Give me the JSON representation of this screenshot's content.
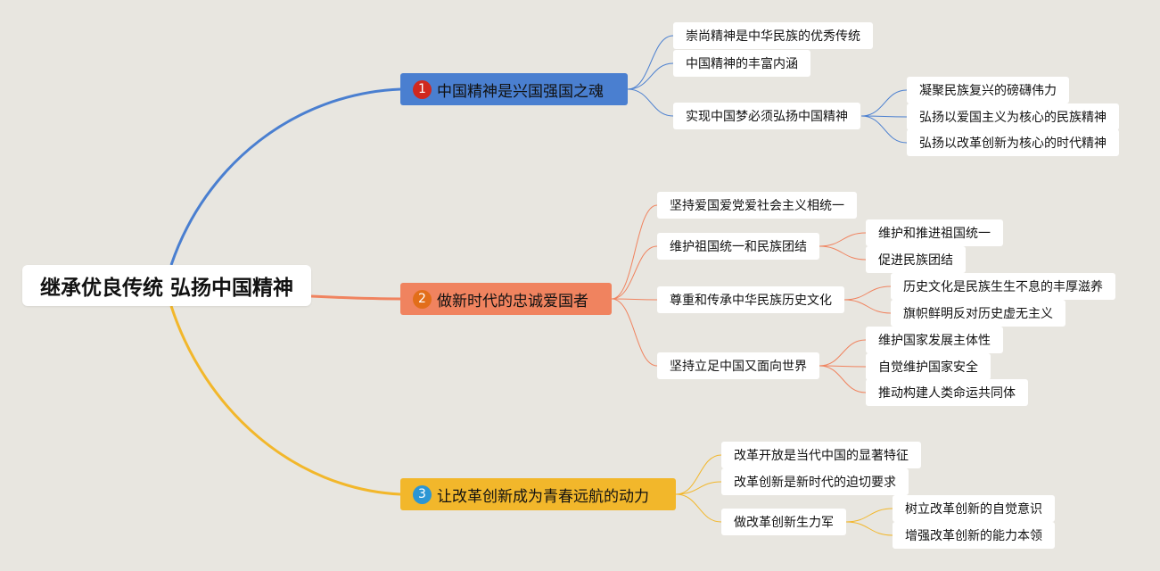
{
  "root": {
    "label": "继承优良传统 弘扬中国精神"
  },
  "colors": {
    "background": "#e8e6e0",
    "branch1": "#4a7fd0",
    "branch1_num": "#d0281f",
    "branch2": "#f0835f",
    "branch2_num": "#e26e1a",
    "branch3": "#f2b72b",
    "branch3_num": "#2c96d4"
  },
  "branches": [
    {
      "num": "1",
      "label": "中国精神是兴国强国之魂",
      "children": [
        {
          "label": "崇尚精神是中华民族的优秀传统",
          "children": []
        },
        {
          "label": "中国精神的丰富内涵",
          "children": []
        },
        {
          "label": "实现中国梦必须弘扬中国精神",
          "children": [
            {
              "label": "凝聚民族复兴的磅礴伟力"
            },
            {
              "label": "弘扬以爱国主义为核心的民族精神"
            },
            {
              "label": "弘扬以改革创新为核心的时代精神"
            }
          ]
        }
      ]
    },
    {
      "num": "2",
      "label": "做新时代的忠诚爱国者",
      "children": [
        {
          "label": "坚持爱国爱党爱社会主义相统一",
          "children": []
        },
        {
          "label": "维护祖国统一和民族团结",
          "children": [
            {
              "label": "维护和推进祖国统一"
            },
            {
              "label": "促进民族团结"
            }
          ]
        },
        {
          "label": "尊重和传承中华民族历史文化",
          "children": [
            {
              "label": "历史文化是民族生生不息的丰厚滋养"
            },
            {
              "label": "旗帜鲜明反对历史虚无主义"
            }
          ]
        },
        {
          "label": "坚持立足中国又面向世界",
          "children": [
            {
              "label": "维护国家发展主体性"
            },
            {
              "label": "自觉维护国家安全"
            },
            {
              "label": "推动构建人类命运共同体"
            }
          ]
        }
      ]
    },
    {
      "num": "3",
      "label": "让改革创新成为青春远航的动力",
      "children": [
        {
          "label": "改革开放是当代中国的显著特征",
          "children": []
        },
        {
          "label": "改革创新是新时代的迫切要求",
          "children": []
        },
        {
          "label": "做改革创新生力军",
          "children": [
            {
              "label": "树立改革创新的自觉意识"
            },
            {
              "label": "增强改革创新的能力本领"
            }
          ]
        }
      ]
    }
  ]
}
